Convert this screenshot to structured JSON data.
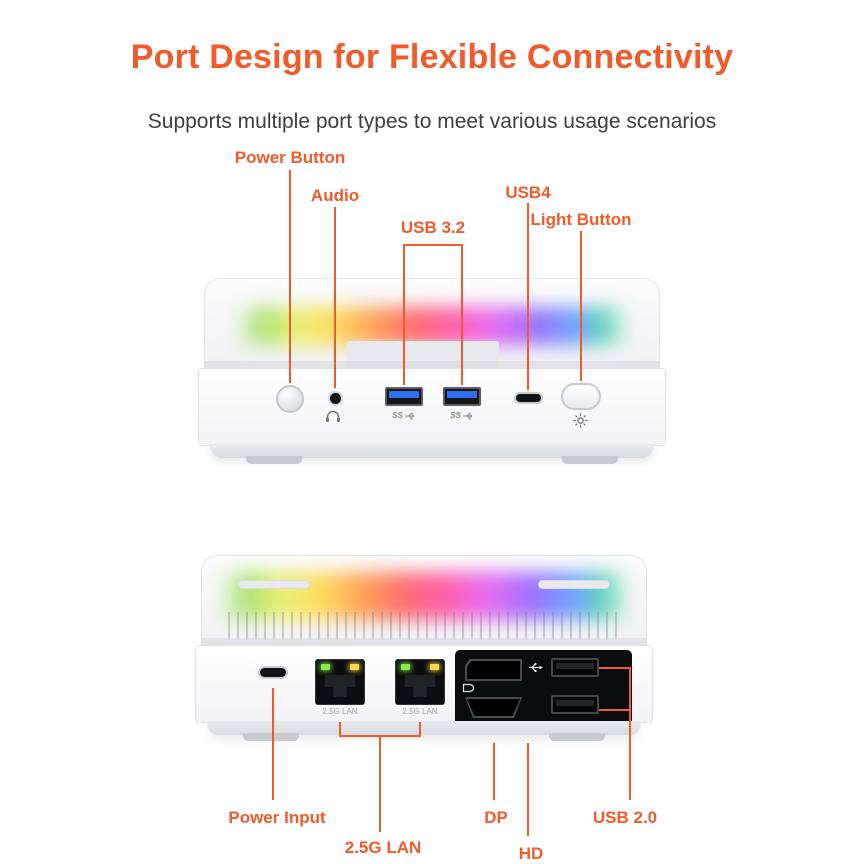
{
  "header": {
    "title": "Port Design for Flexible Connectivity",
    "subtitle": "Supports multiple port types to meet various usage scenarios"
  },
  "colors": {
    "accent": "#F15A29",
    "subtitle_text": "#3E3E3E"
  },
  "front_view": {
    "callouts": {
      "power_button": "Power Button",
      "audio": "Audio",
      "usb32": "USB 3.2",
      "usb4": "USB4",
      "light_button": "Light Button"
    },
    "usb_port_marking": "SS"
  },
  "back_view": {
    "callouts": {
      "power_input": "Power Input",
      "lan": "2.5G LAN",
      "dp": "DP",
      "hd": "HD",
      "usb20": "USB 2.0"
    },
    "lan_port_labels": [
      "2.5G LAN",
      "2.5G LAN"
    ]
  }
}
